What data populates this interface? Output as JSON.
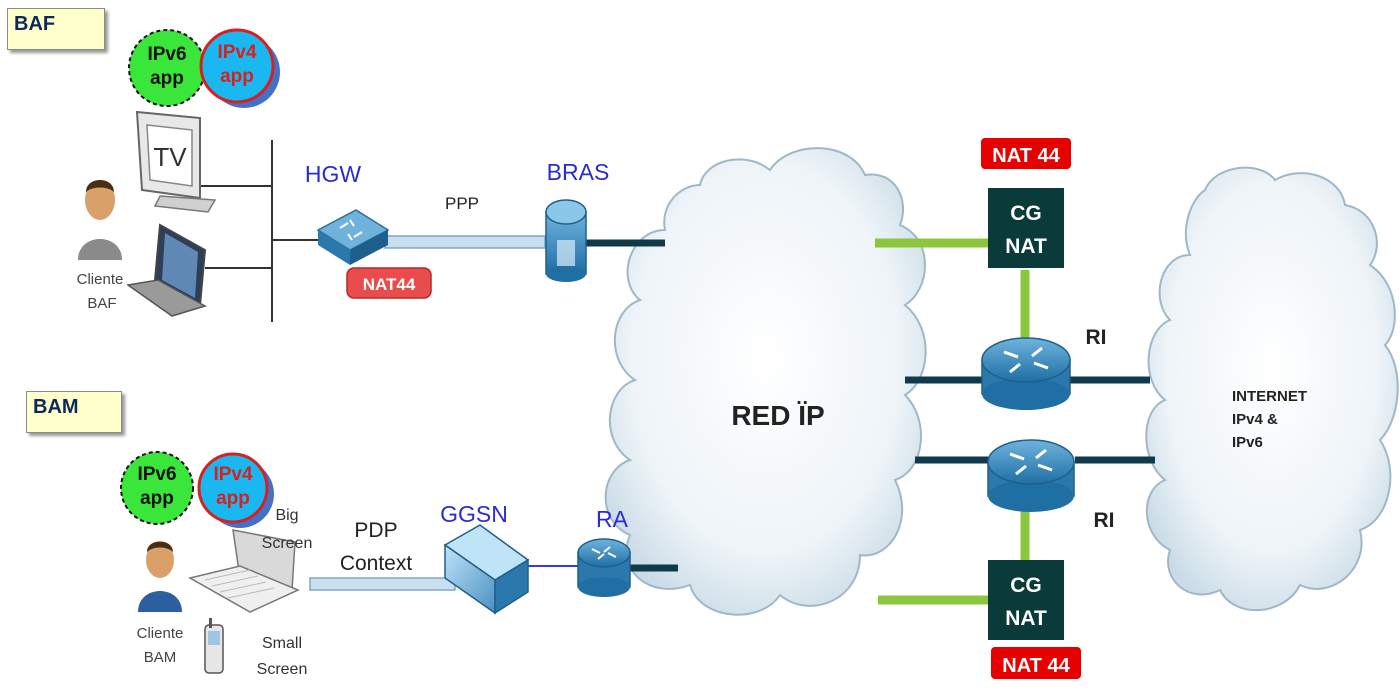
{
  "segments": {
    "baf": "BAF",
    "bam": "BAM"
  },
  "apps": {
    "ipv6": [
      "IPv6",
      "app"
    ],
    "ipv4": [
      "IPv4",
      "app"
    ]
  },
  "baf_side": {
    "tv": "TV",
    "client_label": [
      "Cliente",
      "BAF"
    ],
    "hgw": "HGW",
    "nat44_small": "NAT44",
    "ppp": "PPP",
    "bras": "BRAS"
  },
  "bam_side": {
    "big_screen": [
      "Big",
      "Screen"
    ],
    "small_screen": [
      "Small",
      "Screen"
    ],
    "client_label": [
      "Cliente",
      "BAM"
    ],
    "pdp": [
      "PDP",
      "Context"
    ],
    "ggsn": "GGSN",
    "ra": "RA"
  },
  "core": {
    "red_ip": "RED ÏP",
    "nat44_top": "NAT 44",
    "nat44_bottom": "NAT 44",
    "cgnat": [
      "CG",
      "NAT"
    ],
    "ri": "RI",
    "internet": [
      "INTERNET",
      "IPv4 &",
      "IPv6"
    ]
  },
  "colors": {
    "link_green": "#8cc63f",
    "link_dark": "#0f3a4a",
    "cgnat_box": "#0b3a3a",
    "nat_red": "#e60000",
    "device_blue": "#3f8fc0",
    "label_blue": "#2b2bd4"
  }
}
